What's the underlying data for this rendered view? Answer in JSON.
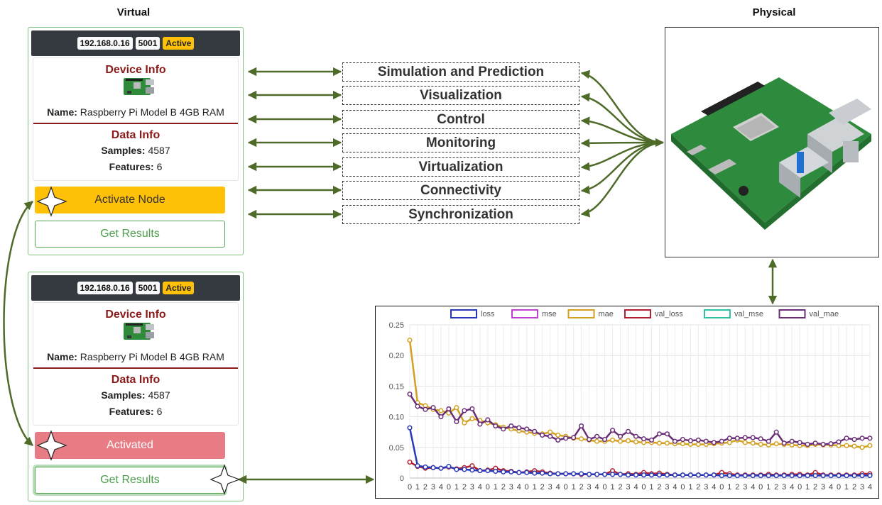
{
  "headings": {
    "virtual": "Virtual",
    "physical": "Physical"
  },
  "card_top": {
    "ip": "192.168.0.16",
    "port": "5001",
    "status": "Active",
    "device_info_title": "Device Info",
    "name_label": "Name:",
    "name_value": "Raspberry Pi Model B 4GB RAM",
    "data_info_title": "Data Info",
    "samples_label": "Samples:",
    "samples_value": "4587",
    "features_label": "Features:",
    "features_value": "6",
    "primary_button": "Activate Node",
    "secondary_button": "Get Results"
  },
  "card_bottom": {
    "ip": "192.168.0.16",
    "port": "5001",
    "status": "Active",
    "device_info_title": "Device Info",
    "name_label": "Name:",
    "name_value": "Raspberry Pi Model B 4GB RAM",
    "data_info_title": "Data Info",
    "samples_label": "Samples:",
    "samples_value": "4587",
    "features_label": "Features:",
    "features_value": "6",
    "primary_button": "Activated",
    "secondary_button": "Get Results"
  },
  "features": [
    "Simulation and Prediction",
    "Visualization",
    "Control",
    "Monitoring",
    "Virtualization",
    "Connectivity",
    "Synchronization"
  ],
  "icons": {
    "device": "raspberry-pi-board-icon",
    "cursor": "star-cursor-icon"
  },
  "colors": {
    "arrow": "#4f6b2a",
    "card_border": "#7fc37f",
    "activate": "#ffc107",
    "activated": "#e87c84",
    "title_red": "#8b1a1a"
  },
  "chart_data": {
    "type": "line",
    "x": [
      "0",
      "1",
      "2",
      "3",
      "4",
      "0",
      "1",
      "2",
      "3",
      "4",
      "0",
      "1",
      "2",
      "3",
      "4",
      "0",
      "1",
      "2",
      "3",
      "4",
      "0",
      "1",
      "2",
      "3",
      "4",
      "0",
      "1",
      "2",
      "3",
      "4",
      "0",
      "1",
      "2",
      "3",
      "4",
      "0",
      "1",
      "2",
      "3",
      "4",
      "0",
      "1",
      "2",
      "3",
      "4",
      "0",
      "1",
      "2",
      "3",
      "4",
      "0",
      "1",
      "2",
      "3",
      "4",
      "0",
      "1",
      "2",
      "3",
      "4"
    ],
    "ylim": [
      0,
      0.25
    ],
    "yticks": [
      "0",
      "0.05",
      "0.10",
      "0.15",
      "0.20",
      "0.25"
    ],
    "grid": true,
    "legend_position": "top",
    "series": [
      {
        "name": "loss",
        "color": "#2838b8",
        "values": [
          0.082,
          0.02,
          0.018,
          0.017,
          0.016,
          0.019,
          0.014,
          0.014,
          0.013,
          0.012,
          0.012,
          0.011,
          0.01,
          0.01,
          0.009,
          0.009,
          0.008,
          0.008,
          0.007,
          0.007,
          0.007,
          0.007,
          0.007,
          0.006,
          0.006,
          0.006,
          0.006,
          0.006,
          0.005,
          0.005,
          0.005,
          0.005,
          0.005,
          0.005,
          0.005,
          0.005,
          0.005,
          0.005,
          0.005,
          0.005,
          0.004,
          0.004,
          0.004,
          0.004,
          0.004,
          0.004,
          0.004,
          0.004,
          0.004,
          0.004,
          0.004,
          0.004,
          0.004,
          0.004,
          0.004,
          0.004,
          0.004,
          0.004,
          0.004,
          0.004
        ]
      },
      {
        "name": "mse",
        "color": "#c040d0",
        "values": []
      },
      {
        "name": "mae",
        "color": "#d4a020",
        "values": [
          0.225,
          0.123,
          0.118,
          0.112,
          0.11,
          0.106,
          0.115,
          0.09,
          0.097,
          0.094,
          0.09,
          0.087,
          0.083,
          0.08,
          0.077,
          0.075,
          0.073,
          0.072,
          0.075,
          0.07,
          0.068,
          0.065,
          0.064,
          0.062,
          0.06,
          0.06,
          0.062,
          0.06,
          0.061,
          0.059,
          0.058,
          0.058,
          0.057,
          0.057,
          0.056,
          0.056,
          0.055,
          0.055,
          0.055,
          0.056,
          0.057,
          0.058,
          0.062,
          0.058,
          0.057,
          0.055,
          0.054,
          0.056,
          0.055,
          0.054,
          0.053,
          0.053,
          0.055,
          0.054,
          0.054,
          0.053,
          0.053,
          0.052,
          0.05,
          0.053
        ]
      },
      {
        "name": "val_loss",
        "color": "#b02030",
        "values": [
          0.026,
          0.019,
          0.016,
          0.017,
          0.016,
          0.018,
          0.015,
          0.017,
          0.02,
          0.012,
          0.013,
          0.016,
          0.012,
          0.011,
          0.009,
          0.01,
          0.012,
          0.01,
          0.008,
          0.007,
          0.007,
          0.007,
          0.006,
          0.006,
          0.006,
          0.006,
          0.012,
          0.006,
          0.007,
          0.006,
          0.009,
          0.007,
          0.008,
          0.006,
          0.005,
          0.005,
          0.005,
          0.005,
          0.005,
          0.005,
          0.009,
          0.007,
          0.005,
          0.005,
          0.005,
          0.005,
          0.006,
          0.005,
          0.005,
          0.006,
          0.006,
          0.005,
          0.009,
          0.005,
          0.005,
          0.005,
          0.005,
          0.005,
          0.007,
          0.007
        ]
      },
      {
        "name": "val_mse",
        "color": "#30c0a8",
        "values": []
      },
      {
        "name": "val_mae",
        "color": "#6a2e78",
        "values": [
          0.137,
          0.117,
          0.112,
          0.115,
          0.1,
          0.113,
          0.092,
          0.11,
          0.113,
          0.088,
          0.095,
          0.085,
          0.08,
          0.085,
          0.082,
          0.08,
          0.076,
          0.07,
          0.068,
          0.062,
          0.065,
          0.066,
          0.085,
          0.063,
          0.068,
          0.063,
          0.078,
          0.068,
          0.076,
          0.068,
          0.064,
          0.062,
          0.072,
          0.072,
          0.06,
          0.063,
          0.061,
          0.062,
          0.06,
          0.058,
          0.06,
          0.065,
          0.065,
          0.066,
          0.066,
          0.064,
          0.06,
          0.075,
          0.057,
          0.06,
          0.058,
          0.055,
          0.057,
          0.055,
          0.056,
          0.059,
          0.065,
          0.063,
          0.065,
          0.065
        ]
      }
    ]
  }
}
